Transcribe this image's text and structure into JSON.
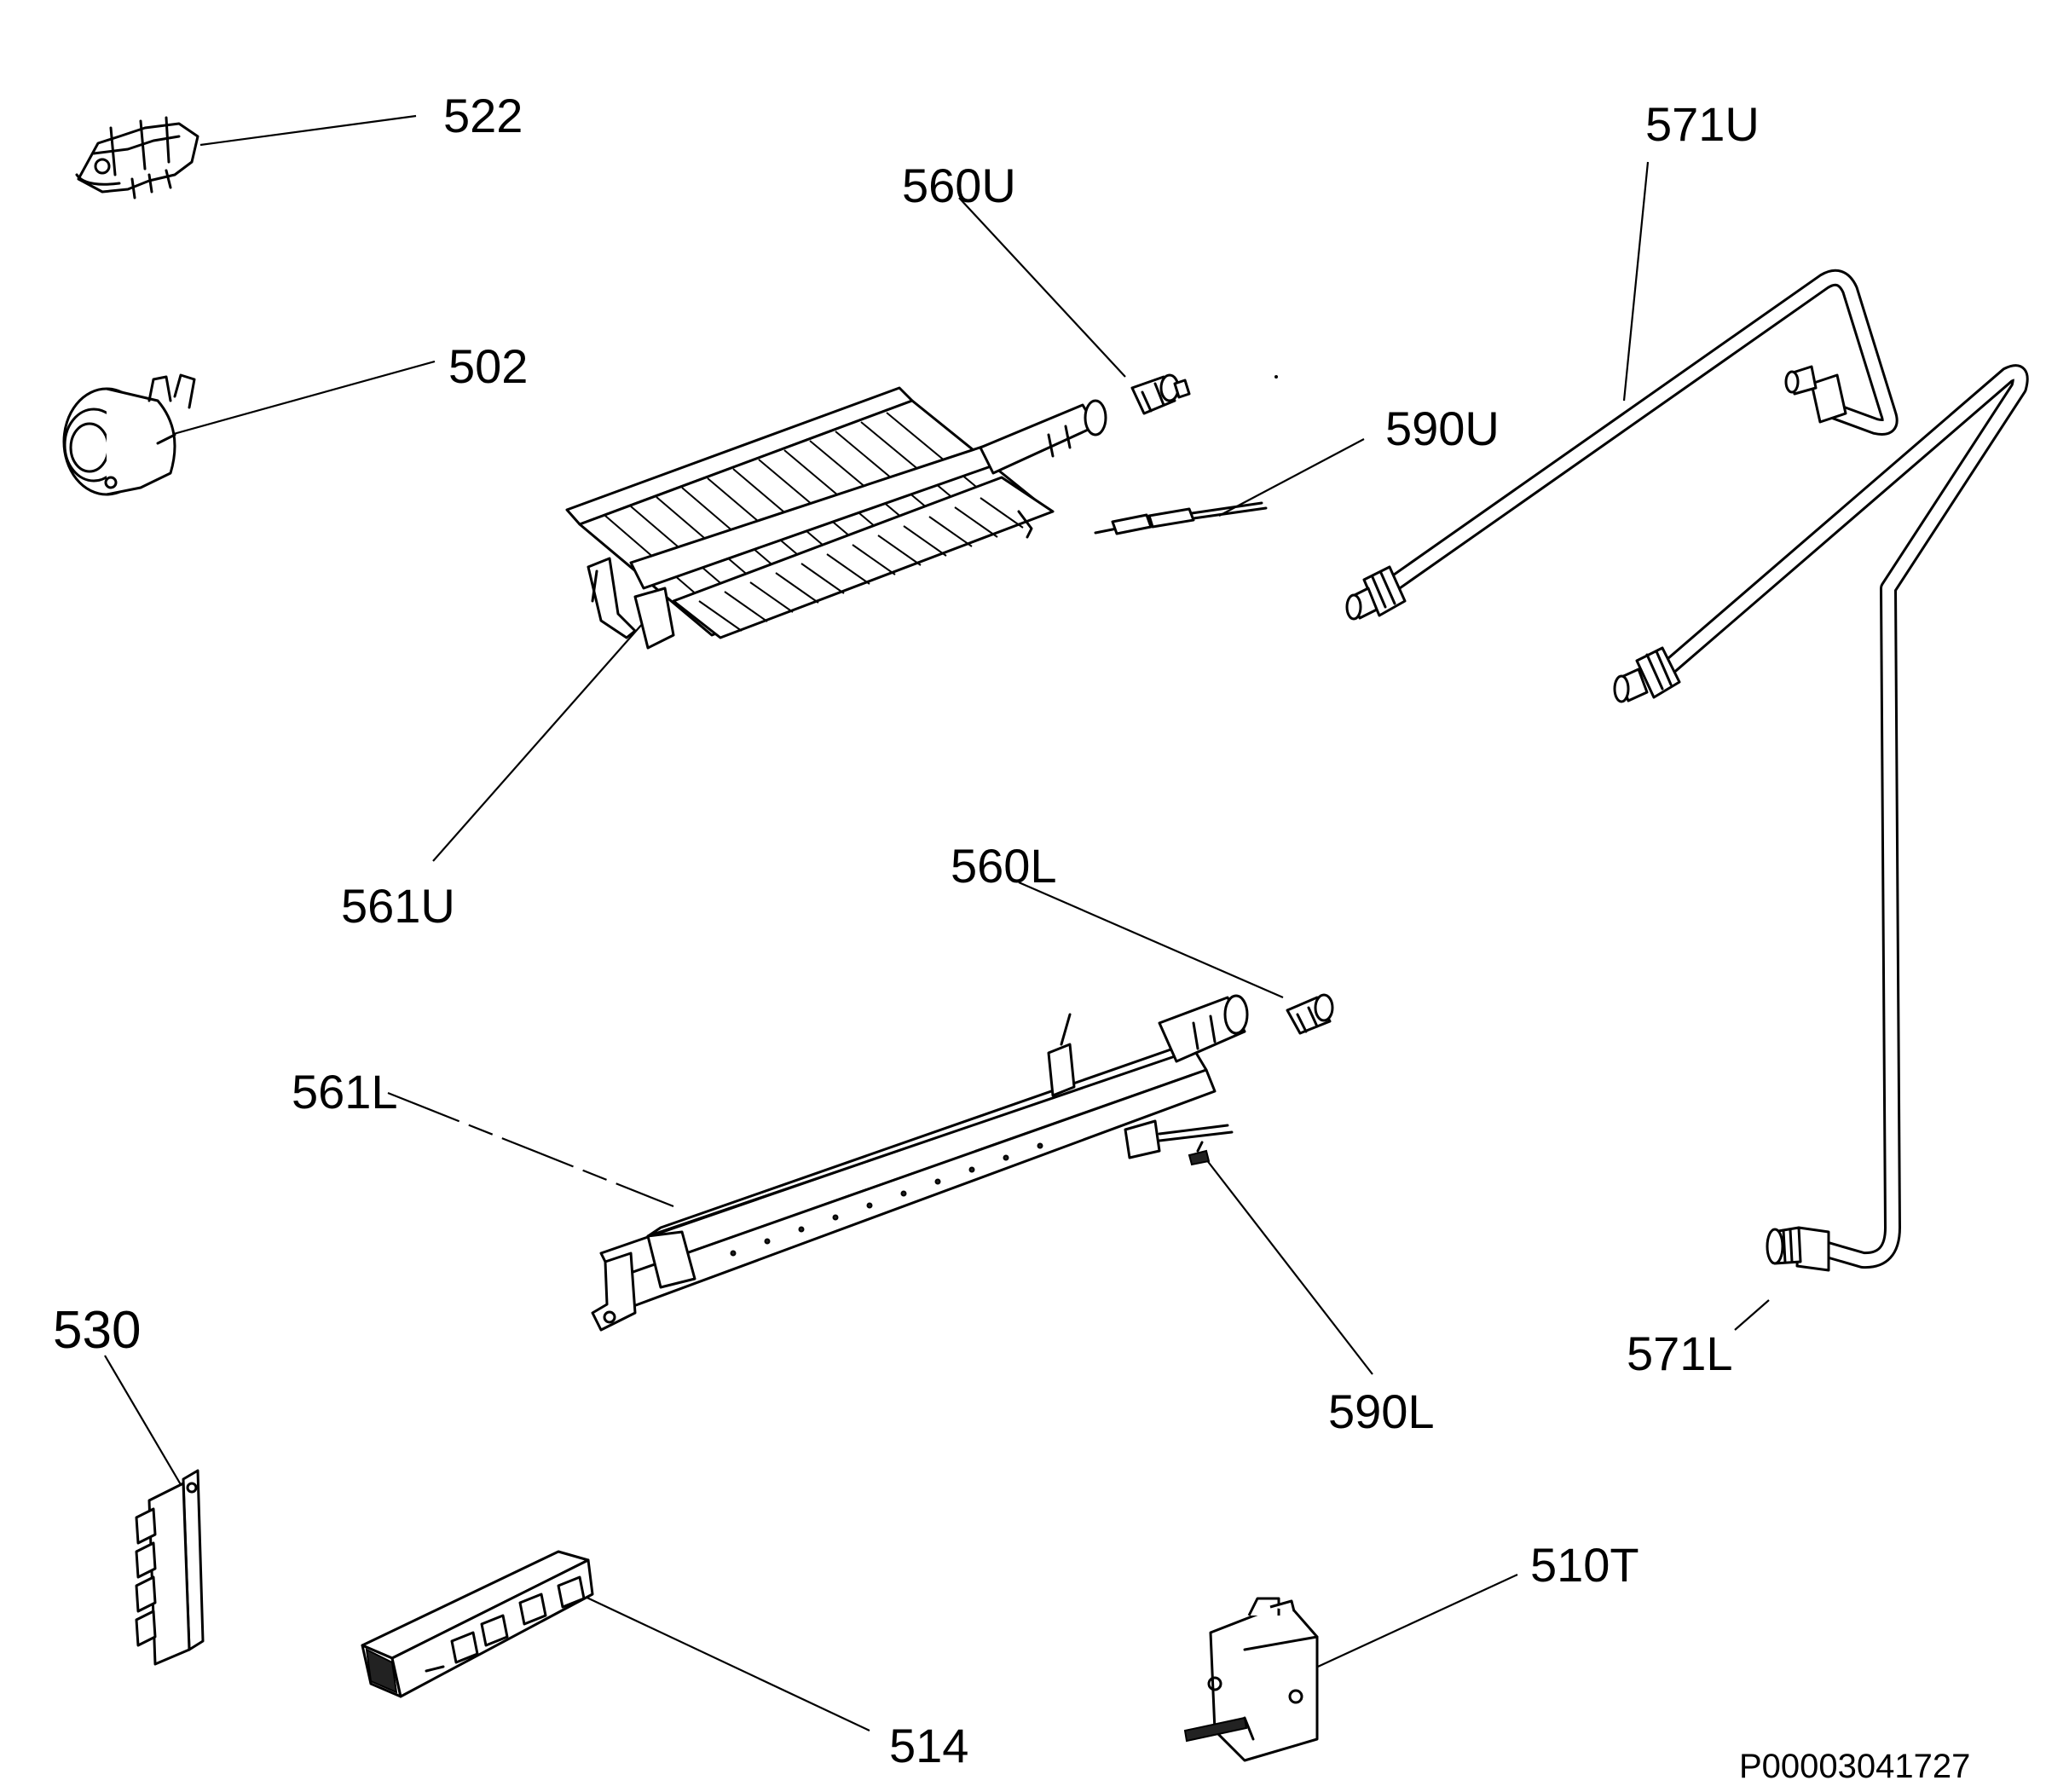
{
  "labels": {
    "p522": "522",
    "p502": "502",
    "p560u": "560U",
    "p571u": "571U",
    "p590u": "590U",
    "p561u": "561U",
    "p560l": "560L",
    "p561l": "561L",
    "p530": "530",
    "p590l": "590L",
    "p571l": "571L",
    "p510t": "510T",
    "p514": "514"
  },
  "drawing_code": "P00003041727"
}
